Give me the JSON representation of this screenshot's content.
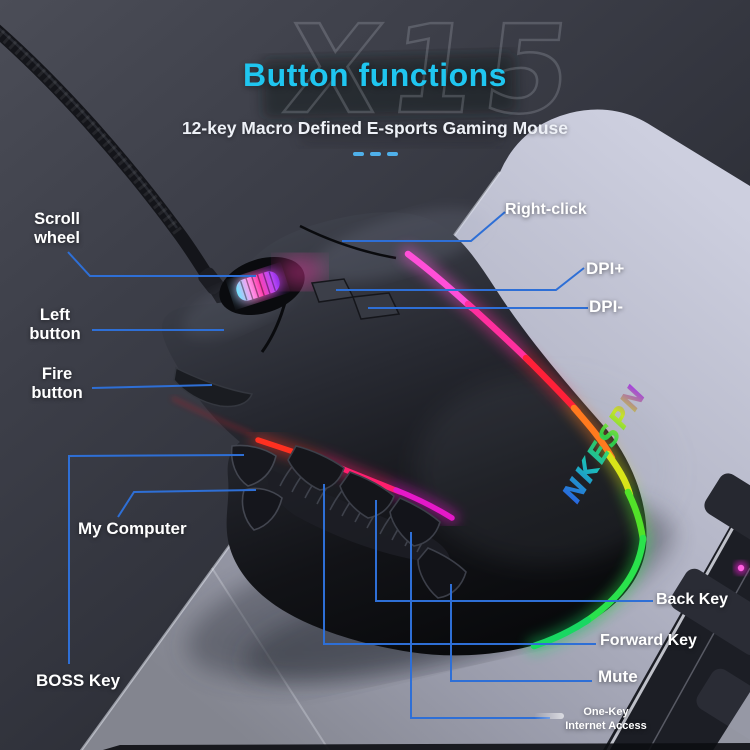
{
  "header": {
    "watermark": "X15",
    "title": "Button functions",
    "subtitle": "12-key Macro Defined E-sports Gaming Mouse"
  },
  "mouse": {
    "logo": "NKESPN"
  },
  "callouts": {
    "scroll_wheel": "Scroll\nwheel",
    "left_button": "Left\nbutton",
    "fire_button": "Fire\nbutton",
    "right_click": "Right-click",
    "dpi_plus": "DPI+",
    "dpi_minus": "DPI-",
    "my_computer": "My Computer",
    "boss_key": "BOSS Key",
    "back_key": "Back Key",
    "forward_key": "Forward Key",
    "mute": "Mute",
    "one_key": "One-Key\nInternet Access"
  },
  "colors": {
    "title_accent": "#1fc6f0",
    "callout_line": "#2e6fd6",
    "label_text": "#ffffff"
  }
}
